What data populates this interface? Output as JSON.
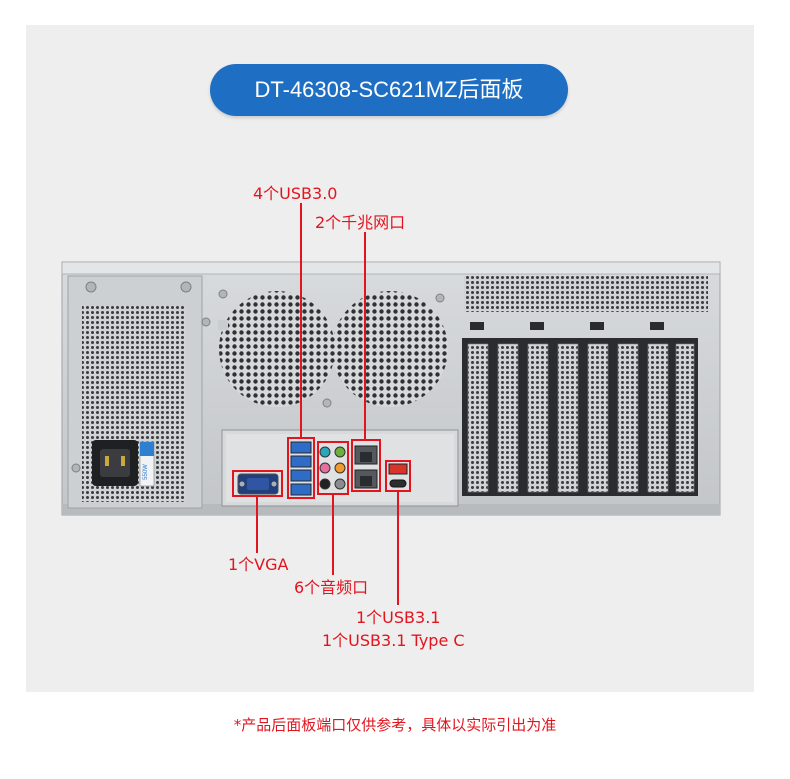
{
  "title": "DT-46308-SC621MZ后面板",
  "callouts": {
    "usb30": "4个USB3.0",
    "lan": "2个千兆网口",
    "vga": "1个VGA",
    "audio": "6个音频口",
    "usb31": "1个USB3.1",
    "usb31c": "1个USB3.1 Type C"
  },
  "psu_label": "550W",
  "footnote": "*产品后面板端口仅供参考，具体以实际引出为准",
  "colors": {
    "accent": "#1e6fc4",
    "callout": "#e2141e",
    "chassis": "#c9cccf",
    "background": "#eeeeee"
  }
}
